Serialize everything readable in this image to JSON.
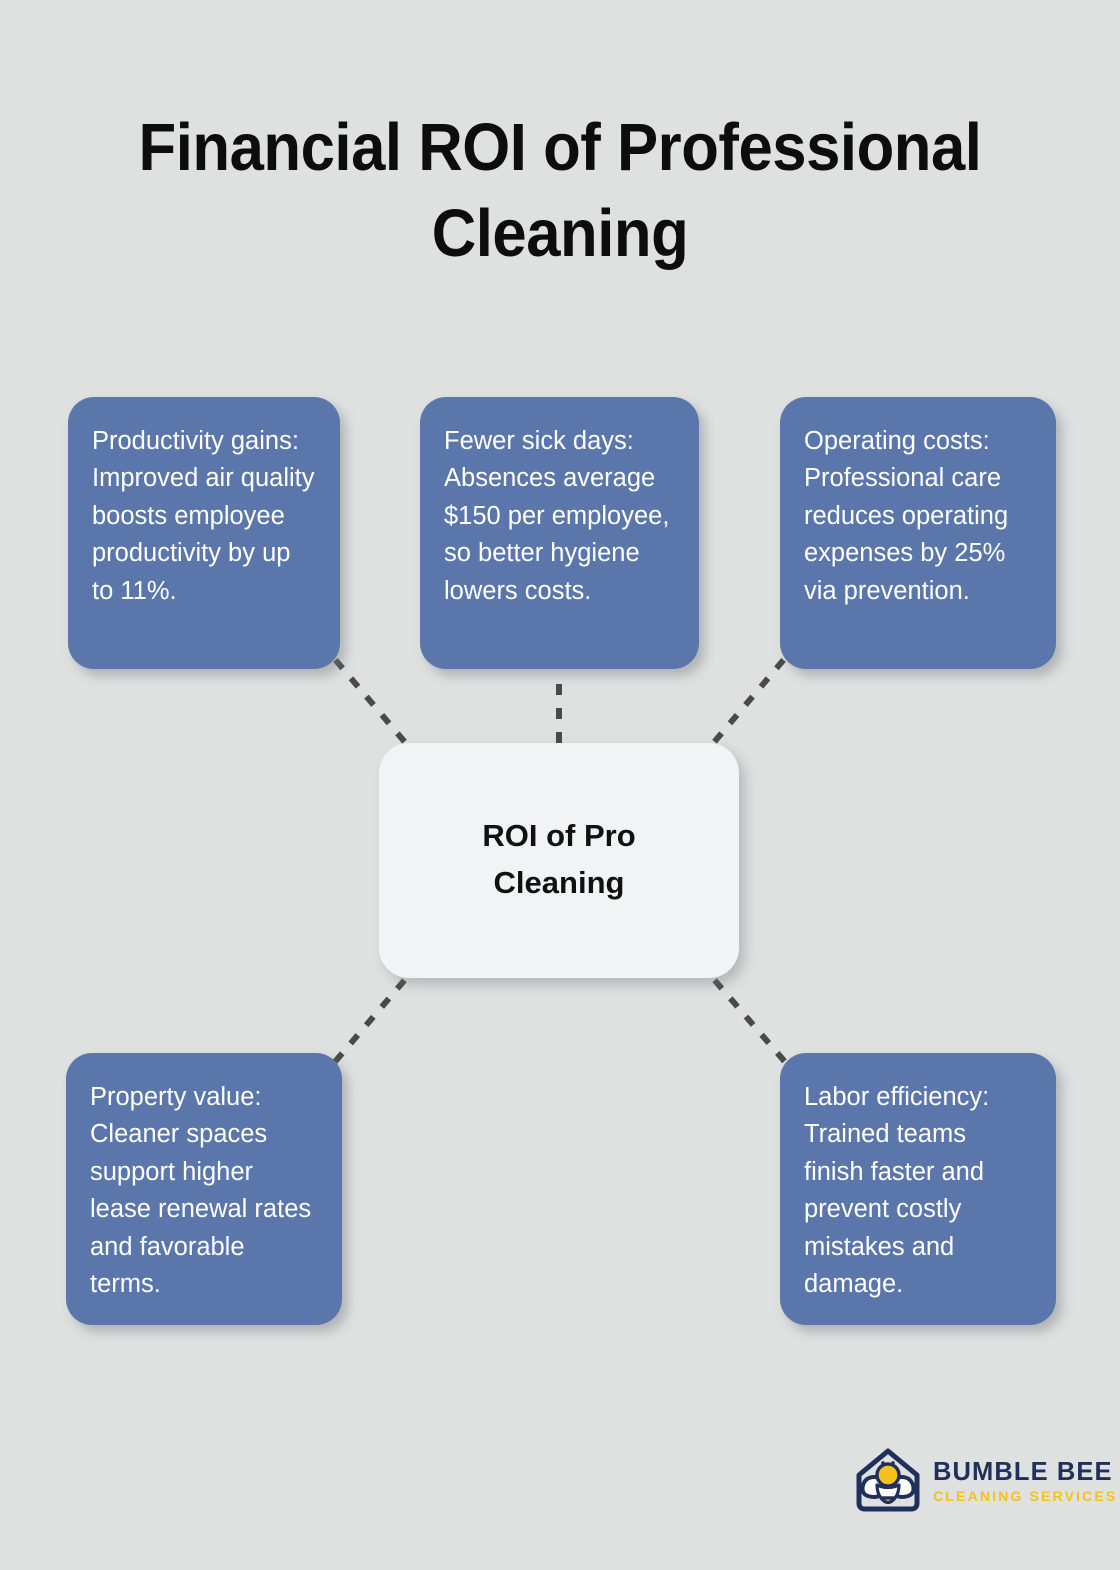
{
  "page": {
    "title": "Financial ROI of Professional Cleaning",
    "background_color": "#dfe1e1"
  },
  "colors": {
    "node_fill": "#5b76aa",
    "node_text": "#ffffff",
    "center_fill": "#f2f3f4",
    "center_text": "#111111",
    "connector": "#4a4a4a",
    "logo_navy": "#20305a",
    "logo_yellow": "#f5c21b"
  },
  "center_node": {
    "label": "ROI of Pro Cleaning",
    "line1": "ROI of Pro",
    "line2": "Cleaning"
  },
  "nodes": [
    {
      "id": "productivity",
      "text": "Productivity gains: Improved air quality boosts employee productivity by up to 11%."
    },
    {
      "id": "sickdays",
      "text": "Fewer sick days: Absences average $150 per employee, so better hygiene lowers costs."
    },
    {
      "id": "operating",
      "text": "Operating costs: Professional care reduces operating expenses by 25% via prevention."
    },
    {
      "id": "property",
      "text": "Property value: Cleaner spaces support higher lease renewal rates and favorable terms."
    },
    {
      "id": "labor",
      "text": "Labor efficiency: Trained teams finish faster and prevent costly mistakes and damage."
    }
  ],
  "logo": {
    "title": "BUMBLE BEE",
    "subtitle": "CLEANING SERVICES",
    "icon": "bee-in-house-icon"
  }
}
